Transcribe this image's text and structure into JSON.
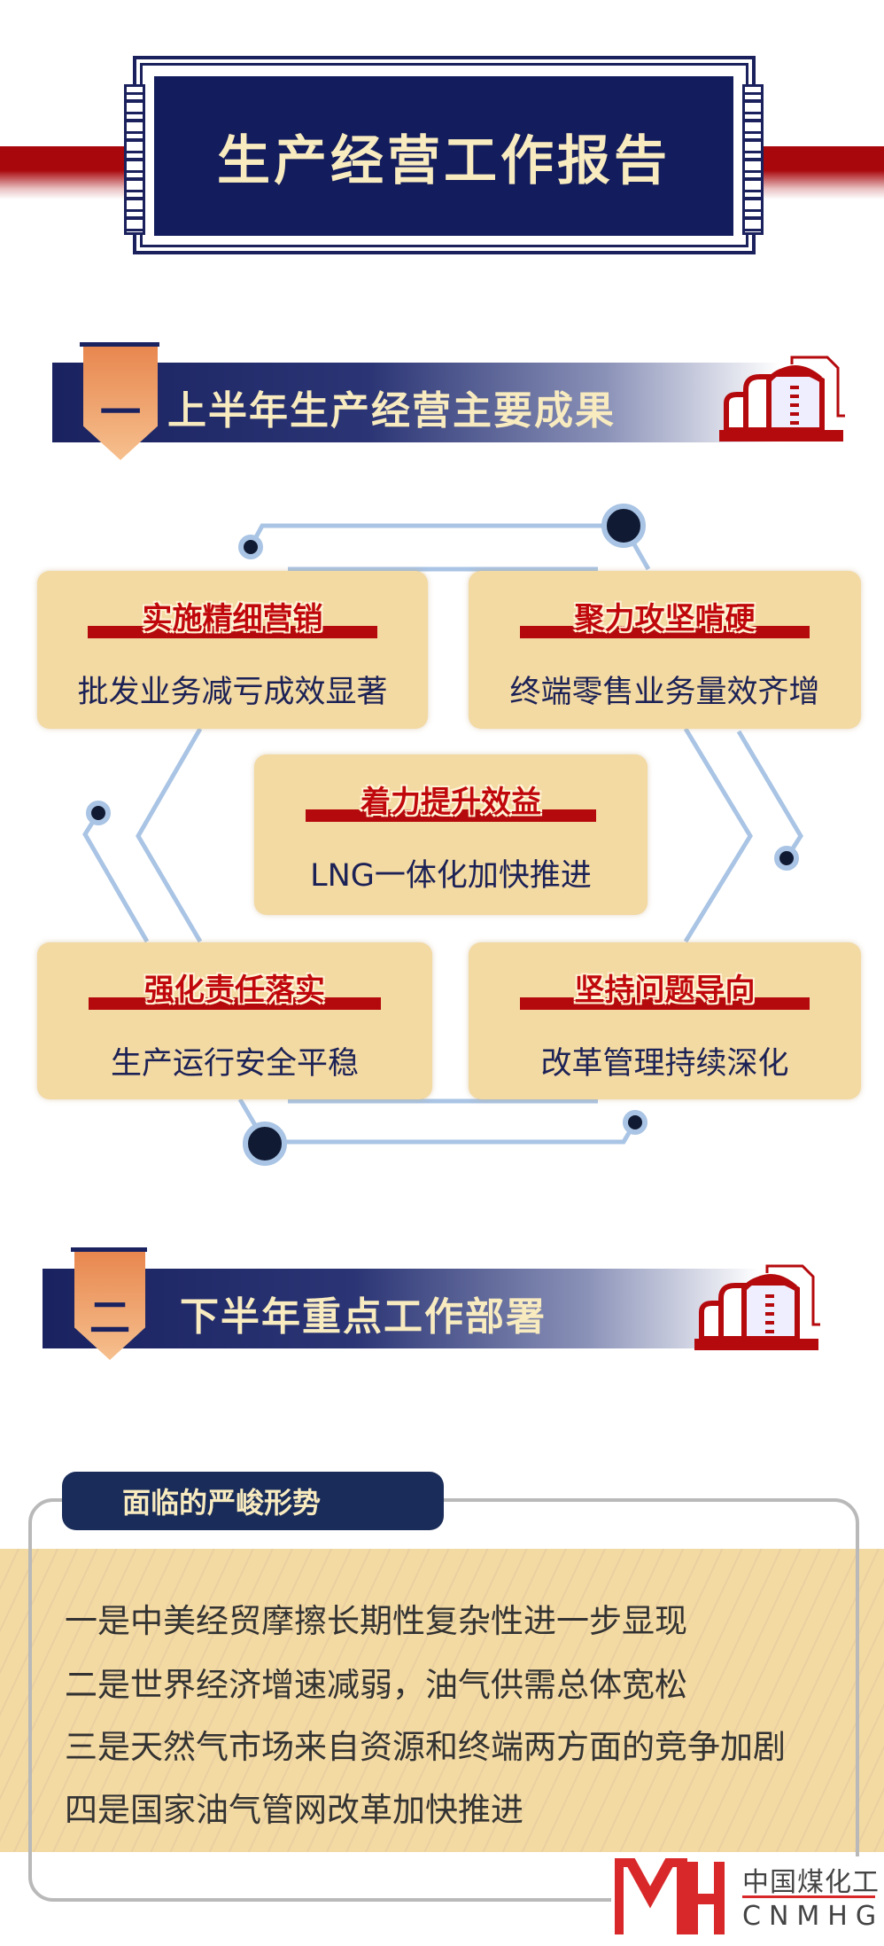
{
  "title": "生产经营工作报告",
  "section1": {
    "badge": "一",
    "title": "上半年生产经营主要成果",
    "cards": [
      {
        "heading": "实施精细营销",
        "body": "批发业务减亏成效显著"
      },
      {
        "heading": "聚力攻坚啃硬",
        "body": "终端零售业务量效齐增"
      },
      {
        "heading": "着力提升效益",
        "body": "LNG一体化加快推进"
      },
      {
        "heading": "强化责任落实",
        "body": "生产运行安全平稳"
      },
      {
        "heading": "坚持问题导向",
        "body": "改革管理持续深化"
      }
    ]
  },
  "section2": {
    "badge": "二",
    "title": "下半年重点工作部署",
    "box_label": "面临的严峻形势",
    "items": [
      "一是中美经贸摩擦长期性复杂性进一步显现",
      "二是世界经济增速减弱，油气供需总体宽松",
      "三是天然气市场来自资源和终端两方面的竞争加剧",
      "四是国家油气管网改革加快推进"
    ]
  },
  "logo": {
    "cn": "中国煤化工",
    "en": "CNMHG"
  },
  "colors": {
    "navy": "#131c5c",
    "red": "#a8070c",
    "cream": "#f8ebbf",
    "card": "#f3d9a2"
  }
}
